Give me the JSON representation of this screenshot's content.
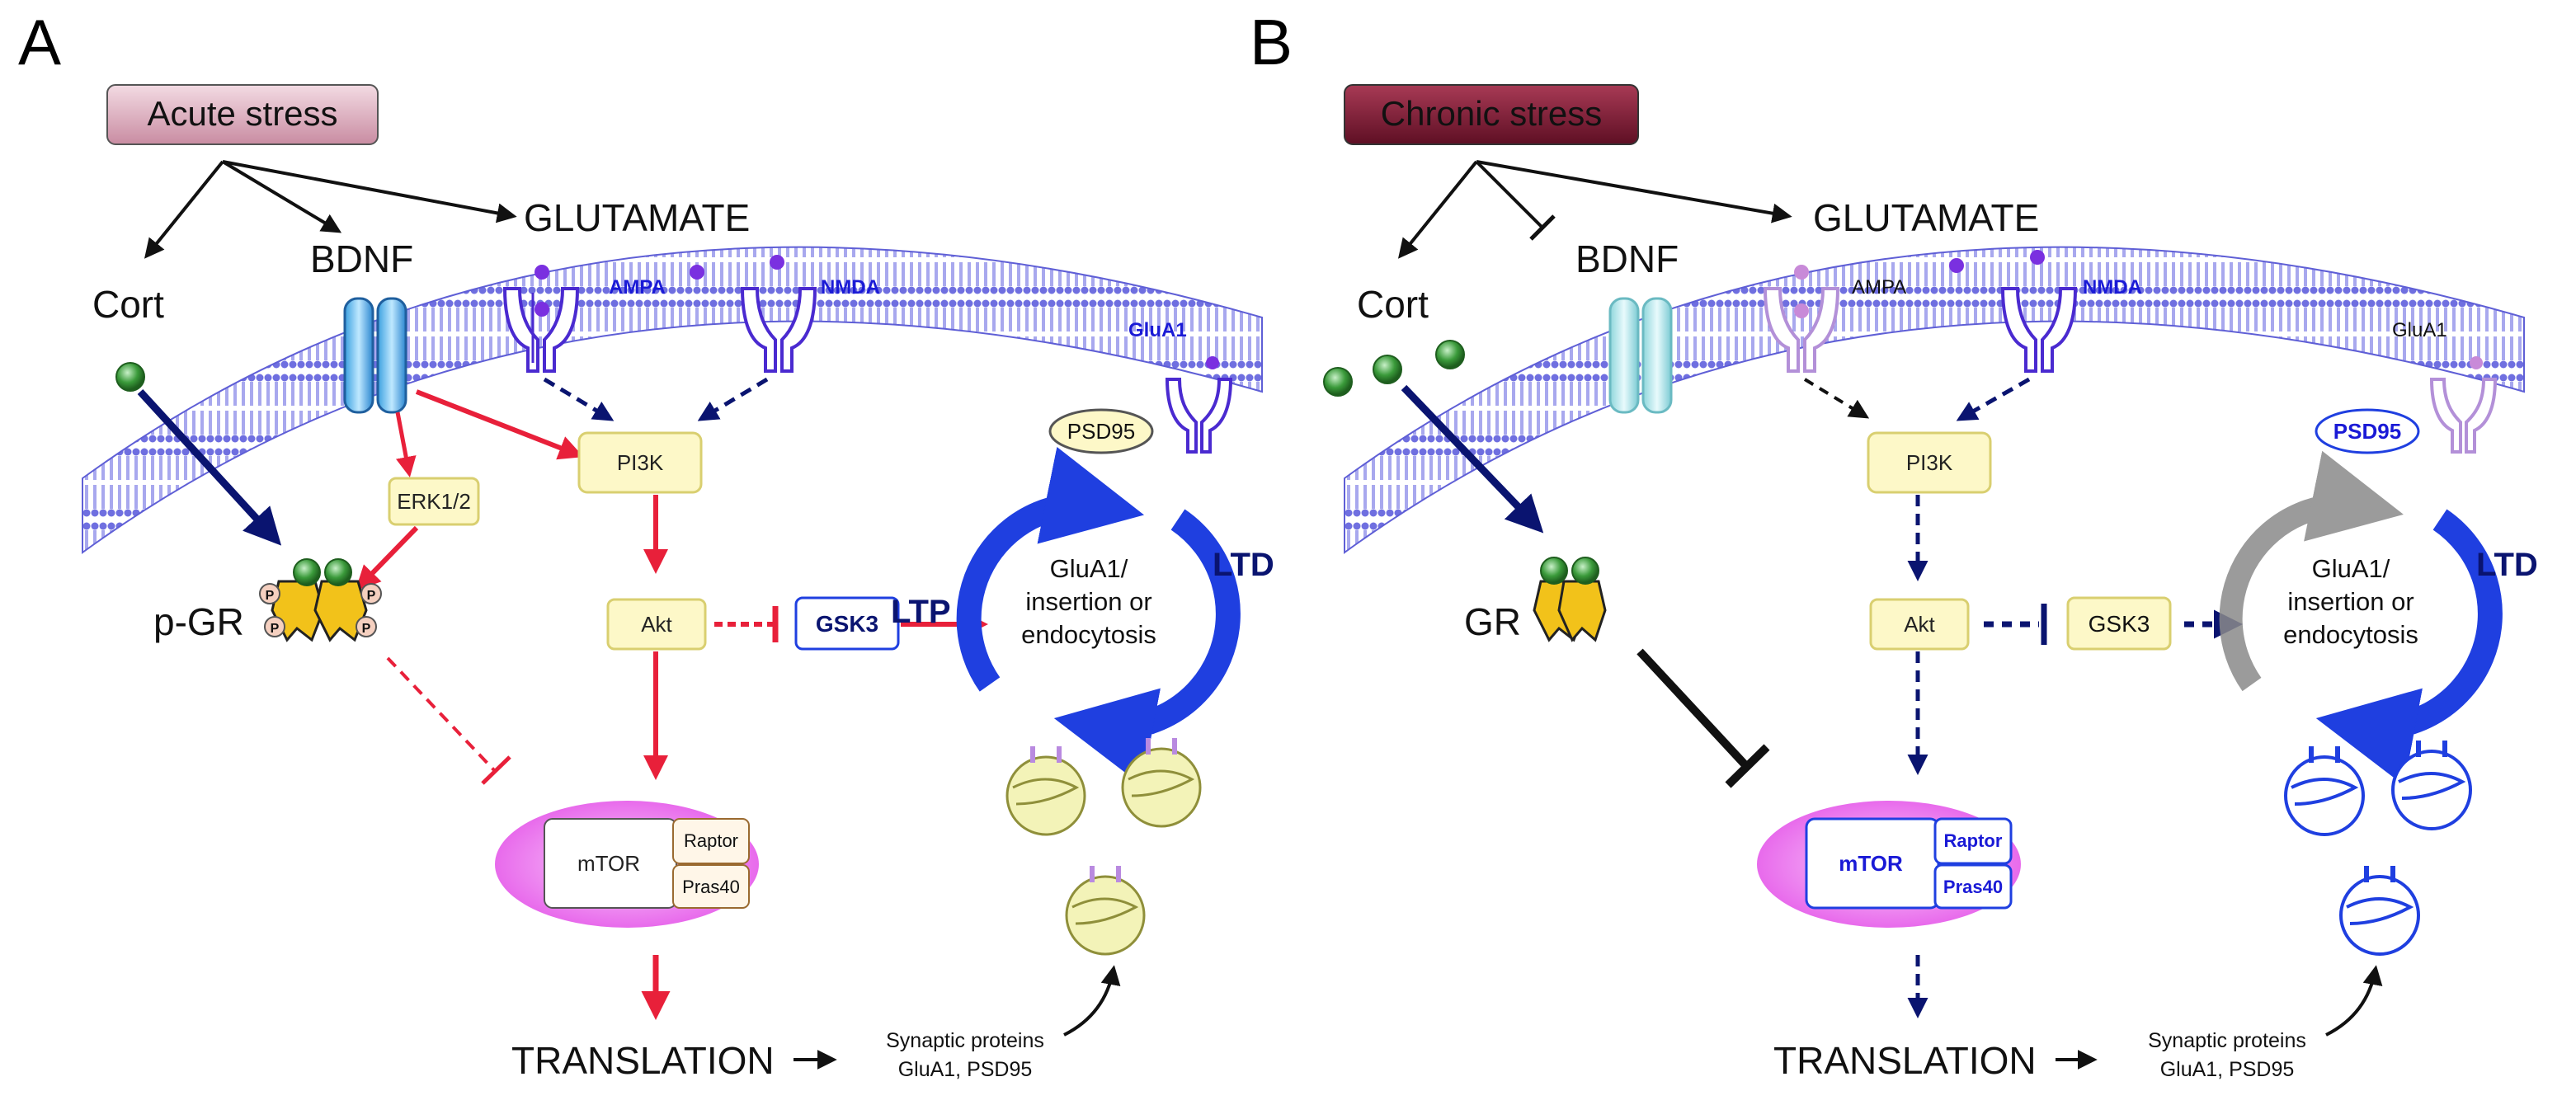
{
  "panels": [
    {
      "letter": "A",
      "stress": "Acute stress",
      "glutamate": "GLUTAMATE",
      "bdnf": "BDNF",
      "cort": "Cort",
      "ampa": "AMPA",
      "nmda": "NMDA",
      "glua1": "GluA1",
      "psd95": "PSD95",
      "gr": "p-GR",
      "erk": "ERK1/2",
      "pi3k": "PI3K",
      "akt": "Akt",
      "gsk3": "GSK3",
      "ltp": "LTP",
      "ltd": "LTD",
      "cycle_lines": [
        "GluA1/",
        "insertion or",
        "endocytosis"
      ],
      "mtor": "mTOR",
      "raptor": "Raptor",
      "pras40": "Pras40",
      "translation": "TRANSLATION",
      "synaptic_lines": [
        "Synaptic proteins",
        "GluA1, PSD95"
      ],
      "p_badge": "P"
    },
    {
      "letter": "B",
      "stress": "Chronic stress",
      "glutamate": "GLUTAMATE",
      "bdnf": "BDNF",
      "cort": "Cort",
      "ampa": "AMPA",
      "nmda": "NMDA",
      "glua1": "GluA1",
      "psd95": "PSD95",
      "gr": "GR",
      "pi3k": "PI3K",
      "akt": "Akt",
      "gsk3": "GSK3",
      "ltd": "LTD",
      "cycle_lines": [
        "GluA1/",
        "insertion or",
        "endocytosis"
      ],
      "mtor": "mTOR",
      "raptor": "Raptor",
      "pras40": "Pras40",
      "translation": "TRANSLATION",
      "synaptic_lines": [
        "Synaptic proteins",
        "GluA1, PSD95"
      ]
    }
  ],
  "colors": {
    "acute_box": "#d9a8b8",
    "chronic_box": "#7a1a30",
    "red_arrow": "#e8203a",
    "dark_blue": "#0a1470",
    "bright_blue": "#1f3fe0",
    "membrane": "#6f6fe0",
    "node_fill": "#fdf8c8",
    "node_stroke": "#d9cf70",
    "mtor_pink": "#ee6cf0",
    "gr_yellow": "#f2c21a",
    "cort_green": "#3a9a3a"
  }
}
